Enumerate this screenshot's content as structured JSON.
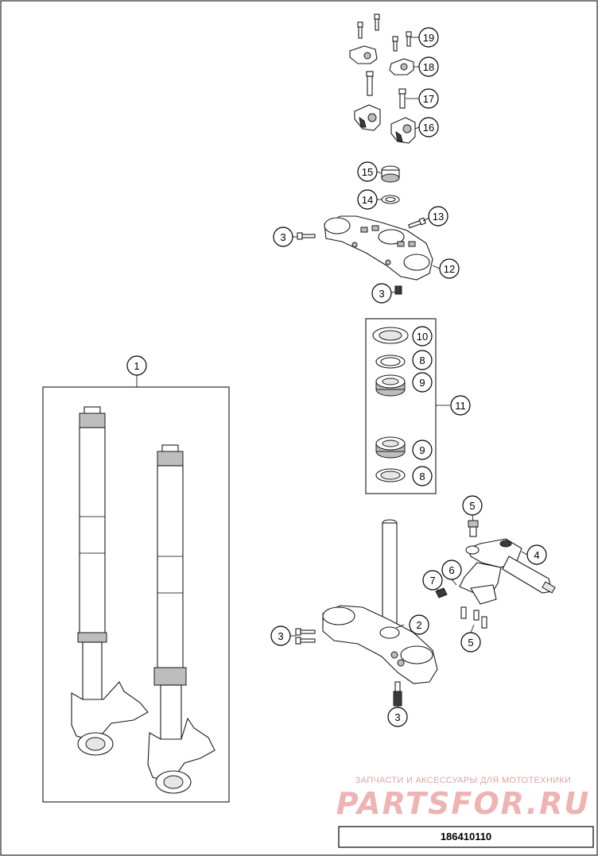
{
  "watermark": {
    "tagline": "ЗАПЧАСТИ И АКСЕССУАРЫ ДЛЯ МОТОТЕХНИКИ",
    "brand": "PARTSFOR.RU"
  },
  "footer": {
    "code": "186410110"
  },
  "callouts": [
    {
      "label": "1"
    },
    {
      "label": "2"
    },
    {
      "label": "3"
    },
    {
      "label": "3"
    },
    {
      "label": "3"
    },
    {
      "label": "3"
    },
    {
      "label": "4"
    },
    {
      "label": "5"
    },
    {
      "label": "5"
    },
    {
      "label": "6"
    },
    {
      "label": "7"
    },
    {
      "label": "8"
    },
    {
      "label": "8"
    },
    {
      "label": "9"
    },
    {
      "label": "9"
    },
    {
      "label": "10"
    },
    {
      "label": "11"
    },
    {
      "label": "12"
    },
    {
      "label": "13"
    },
    {
      "label": "14"
    },
    {
      "label": "15"
    },
    {
      "label": "16"
    },
    {
      "label": "17"
    },
    {
      "label": "18"
    },
    {
      "label": "19"
    }
  ],
  "colors": {
    "line": "#000000",
    "watermark": "#eeb3b3",
    "background": "#ffffff"
  }
}
